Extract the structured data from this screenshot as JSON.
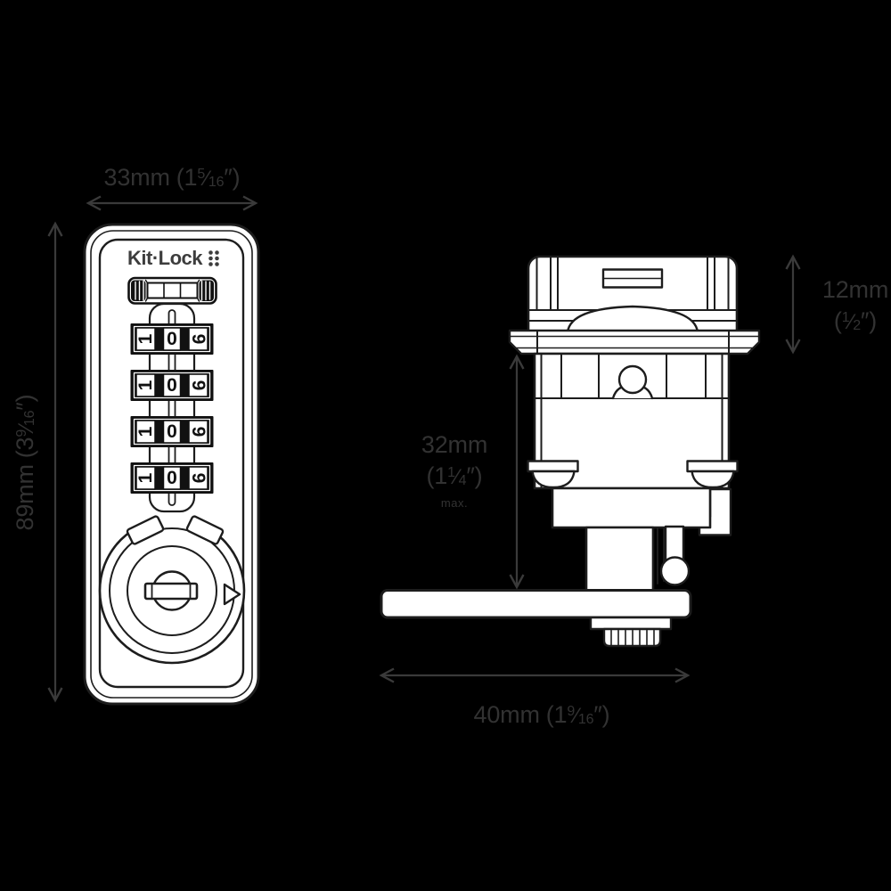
{
  "front_view": {
    "logo_text": "Kit·Lock",
    "dial_rows": [
      {
        "left": "1",
        "center": "0",
        "right": "9"
      },
      {
        "left": "1",
        "center": "0",
        "right": "9"
      },
      {
        "left": "1",
        "center": "0",
        "right": "9"
      },
      {
        "left": "1",
        "center": "0",
        "right": "9"
      }
    ]
  },
  "dimensions": {
    "width": {
      "metric": "33mm",
      "open": "(1",
      "num": "5",
      "den": "16",
      "slash": "⁄",
      "close": "″)"
    },
    "height": {
      "metric": "89mm",
      "open": "(3",
      "num": "9",
      "den": "16",
      "slash": "⁄",
      "close": "″)"
    },
    "head": {
      "line1": "12mm",
      "open": "(",
      "num": "1",
      "den": "2",
      "slash": "⁄",
      "close": "″)"
    },
    "grip": {
      "line1": "32mm",
      "open": "(1",
      "num": "1",
      "den": "4",
      "slash": "⁄",
      "close": "″)",
      "note": "max."
    },
    "cam": {
      "metric": "40mm",
      "open": "(1",
      "num": "9",
      "den": "16",
      "slash": "⁄",
      "close": "″)"
    }
  },
  "colors": {
    "background": "#000000",
    "line": "#1d1d1d",
    "dial_black": "#111111",
    "dimension": "#323232",
    "fill": "#ffffff",
    "logo": "#3d3d3d"
  }
}
